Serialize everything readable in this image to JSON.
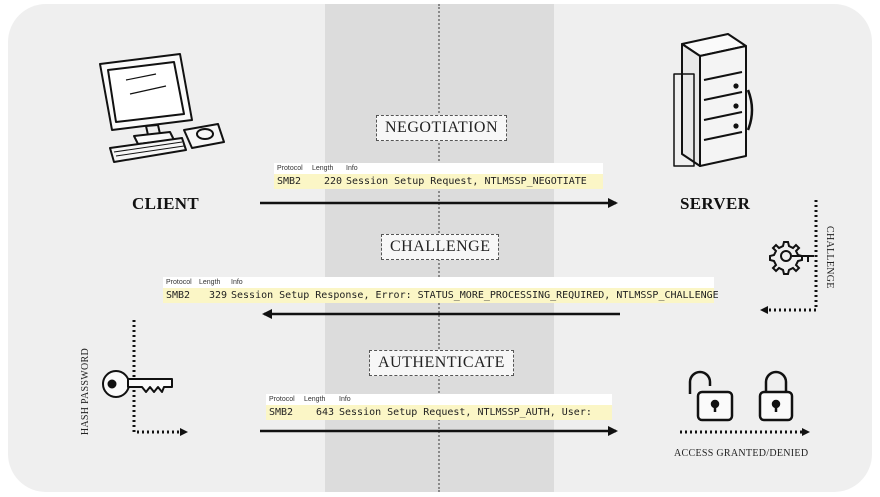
{
  "client_label": "CLIENT",
  "server_label": "SERVER",
  "stages": {
    "negotiation": "NEGOTIATION",
    "challenge": "CHALLENGE",
    "authenticate": "AUTHENTICATE"
  },
  "packet_columns": {
    "protocol": "Protocol",
    "length": "Length",
    "info": "Info"
  },
  "packets": [
    {
      "protocol": "SMB2",
      "length": "220",
      "info": "Session Setup Request, NTLMSSP_NEGOTIATE"
    },
    {
      "protocol": "SMB2",
      "length": "329",
      "info": "Session Setup Response, Error: STATUS_MORE_PROCESSING_REQUIRED, NTLMSSP_CHALLENGE"
    },
    {
      "protocol": "SMB2",
      "length": "643",
      "info": "Session Setup Request, NTLMSSP_AUTH, User:"
    }
  ],
  "side_labels": {
    "challenge": "CHALLENGE",
    "hash_password": "HASH PASSWORD",
    "access": "ACCESS GRANTED/DENIED"
  },
  "icons": {
    "client": "desktop-computer-icon",
    "server": "server-rack-icon",
    "challenge": "gear-key-icon",
    "key": "key-icon",
    "locks": [
      "unlocked-padlock-icon",
      "locked-padlock-icon"
    ]
  }
}
